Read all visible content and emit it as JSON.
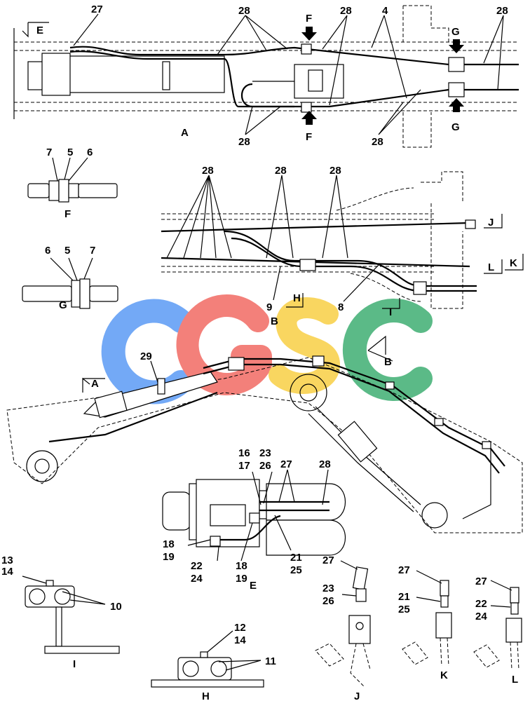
{
  "watermark": {
    "letters": [
      "C",
      "G",
      "S",
      "C"
    ],
    "colors": [
      "#5b9bf5",
      "#f26b63",
      "#f9cf45",
      "#3fae73"
    ]
  },
  "views": {
    "A": "A",
    "B": "B",
    "E": "E",
    "F": "F",
    "G": "G",
    "H": "H",
    "I": "I",
    "J": "J",
    "K": "K",
    "L": "L"
  },
  "section_marks": {
    "E_top": "E",
    "F_top": "F",
    "F_bottom": "F",
    "G_top": "G",
    "G_bottom": "G",
    "A_arrow": "A",
    "B_arrow": "B",
    "I_arrow": "I",
    "H_arrow": "H",
    "J_arrow": "J",
    "K_arrow": "K",
    "L_arrow": "L"
  },
  "callouts": {
    "c27_top": "27",
    "c28_a1": "28",
    "c28_a2": "28",
    "c4": "4",
    "c28_a3": "28",
    "c28_a4": "28",
    "c28_a5": "28",
    "f7": "7",
    "f5": "5",
    "f6": "6",
    "g6": "6",
    "g5": "5",
    "g7": "7",
    "b28_1": "28",
    "b28_2": "28",
    "b28_3": "28",
    "b9": "9",
    "b8": "8",
    "c29": "29",
    "e16": "16",
    "e17": "17",
    "e23": "23",
    "e26": "26",
    "e27": "27",
    "e28": "28",
    "e18a": "18",
    "e19a": "19",
    "e22": "22",
    "e24": "24",
    "e18b": "18",
    "e19b": "19",
    "e21": "21",
    "e25": "25",
    "i13": "13",
    "i14": "14",
    "i10": "10",
    "h12": "12",
    "h14": "14",
    "h11": "11",
    "j27": "27",
    "j23": "23",
    "j26": "26",
    "k27": "27",
    "k21": "21",
    "k25": "25",
    "l27": "27",
    "l22": "22",
    "l24": "24"
  }
}
